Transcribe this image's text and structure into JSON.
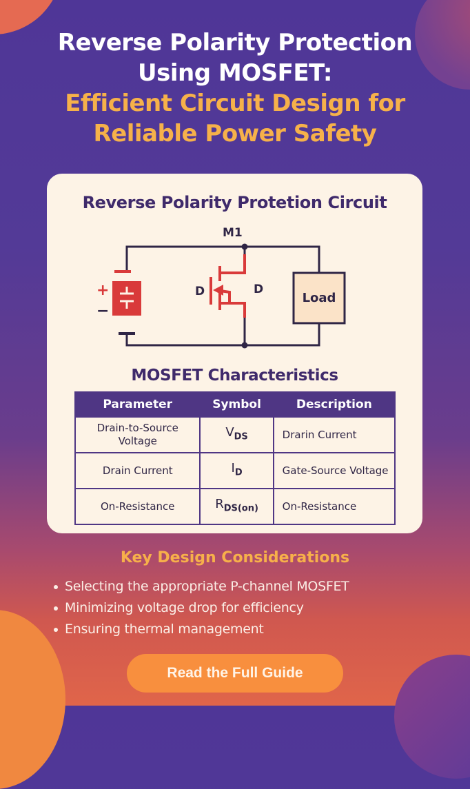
{
  "header": {
    "title_line1": "Reverse Polarity Protection",
    "title_line2": "Using MOSFET:",
    "subtitle_line1": "Efficient Circuit Design for",
    "subtitle_line2": "Reliable Power Safety"
  },
  "circuit_card": {
    "title": "Reverse Polarity Protetion Circuit",
    "mosfet_label": "M1",
    "gate_label": "D",
    "drain_label": "D",
    "battery_plus": "+",
    "battery_minus": "−",
    "load_label": "Load",
    "colors": {
      "wire": "#2f2545",
      "component": "#d93a3a",
      "load_fill": "#fbe3c8"
    }
  },
  "characteristics": {
    "title": "MOSFET Characteristics",
    "columns": [
      "Parameter",
      "Symbol",
      "Description"
    ],
    "rows": [
      {
        "parameter": "Drain-to-Source Voltage",
        "symbol_main": "V",
        "symbol_sub": "DS",
        "description": "Drarin Current"
      },
      {
        "parameter": "Drain Current",
        "symbol_main": "I",
        "symbol_sub": "D",
        "description": "Gate-Source Voltage"
      },
      {
        "parameter": "On-Resistance",
        "symbol_main": "R",
        "symbol_sub": "DS(on)",
        "description": "On-Resistance"
      }
    ]
  },
  "considerations": {
    "title": "Key Design Considerations",
    "items": [
      "Selecting the appropriate P-channel MOSFET",
      "Minimizing voltage drop for efficiency",
      "Ensuring thermal management"
    ]
  },
  "cta": {
    "label": "Read the Full Guide",
    "color": "#f88f3e"
  },
  "theme": {
    "purple": "#4f3697",
    "orange": "#f6b14a",
    "card_bg": "#fdf3e6"
  }
}
